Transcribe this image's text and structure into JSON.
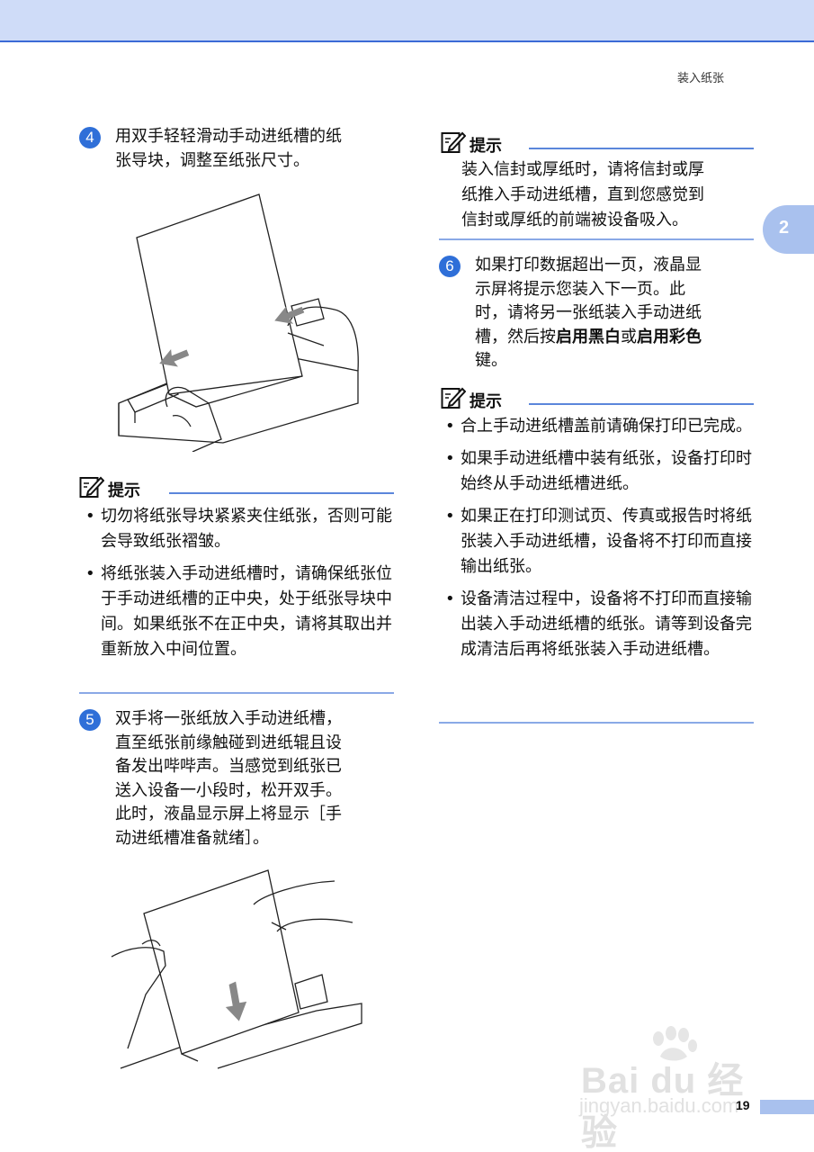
{
  "header": {
    "section_title": "装入纸张",
    "chapter_tab": "2"
  },
  "step4": {
    "number": "4",
    "lines": [
      "用双手轻轻滑动手动进纸槽的纸",
      "张导块，调整至纸张尺寸。"
    ]
  },
  "note1": {
    "label": "提示",
    "bullets": [
      "切勿将纸张导块紧紧夹住纸张，否则可能会导致纸张褶皱。",
      "将纸张装入手动进纸槽时，请确保纸张位于手动进纸槽的正中央，处于纸张导块中间。如果纸张不在正中央，请将其取出并重新放入中间位置。"
    ]
  },
  "step5": {
    "number": "5",
    "lines": [
      "双手将一张纸放入手动进纸槽，",
      "直至纸张前缘触碰到进纸辊且设",
      "备发出哔哔声。当感觉到纸张已",
      "送入设备一小段时，松开双手。",
      "此时，液晶显示屏上将显示［手",
      "动进纸槽准备就绪］。"
    ]
  },
  "note2": {
    "label": "提示",
    "lines": [
      "装入信封或厚纸时，请将信封或厚",
      "纸推入手动进纸槽，直到您感觉到",
      "信封或厚纸的前端被设备吸入。"
    ]
  },
  "step6": {
    "number": "6",
    "lines_plain": [
      "如果打印数据超出一页，液晶显",
      "示屏将提示您装入下一页。此",
      "时，请将另一张纸装入手动进纸"
    ],
    "line4_prefix": "槽，然后按",
    "key1": "启用黑白",
    "or_text": "或",
    "key2": "启用彩色",
    "line5": "键。"
  },
  "note3": {
    "label": "提示",
    "bullets": [
      "合上手动进纸槽盖前请确保打印已完成。",
      "如果手动进纸槽中装有纸张，设备打印时始终从手动进纸槽进纸。",
      "如果正在打印测试页、传真或报告时将纸张装入手动进纸槽，设备将不打印而直接输出纸张。",
      "设备清洁过程中，设备将不打印而直接输出装入手动进纸槽的纸张。请等到设备完成清洁后再将纸张装入手动进纸槽。"
    ]
  },
  "footer": {
    "page_number": "19"
  },
  "watermark": {
    "logo_text": "Bai du 经验",
    "url": "jingyan.baidu.com"
  },
  "colors": {
    "accent": "#2f6fd8",
    "band": "#cfdcf8",
    "tab": "#a9c1ee",
    "rule": "#5b86db"
  }
}
